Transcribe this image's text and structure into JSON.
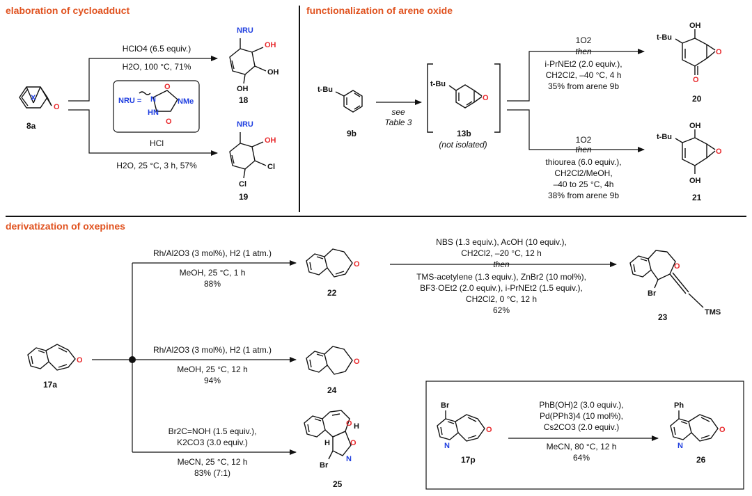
{
  "sections": {
    "elaboration": "elaboration of cycloadduct",
    "functionalization": "functionalization of arene oxide",
    "derivatization": "derivatization of oxepines"
  },
  "compounds": {
    "c8a": "8a",
    "c18": "18",
    "c19": "19",
    "c9b": "9b",
    "c13b": "13b",
    "c20": "20",
    "c21": "21",
    "c17a": "17a",
    "c22": "22",
    "c23": "23",
    "c24": "24",
    "c25": "25",
    "c17p": "17p",
    "c26": "26"
  },
  "notes": {
    "not_isolated": "(not isolated)",
    "see": "see",
    "table3": "Table 3",
    "then": "then"
  },
  "conditions": {
    "to18_top": "HClO4 (6.5 equiv.)",
    "to18_bot": "H2O, 100 °C, 71%",
    "to19_top": "HCl",
    "to19_bot": "H2O, 25 °C, 3 h, 57%",
    "to20_1": "1O2",
    "to20_2": "i-PrNEt2 (2.0 equiv.),",
    "to20_3": "CH2Cl2, –40 °C, 4 h",
    "to20_4": "35% from arene 9b",
    "to21_1": "1O2",
    "to21_2": "thiourea (6.0 equiv.),",
    "to21_3": "CH2Cl2/MeOH,",
    "to21_4": "–40 to 25 °C, 4h",
    "to21_5": "38% from arene 9b",
    "to22_top": "Rh/Al2O3 (3 mol%), H2 (1 atm.)",
    "to22_b1": "MeOH, 25 °C, 1 h",
    "to22_b2": "88%",
    "to23_1": "NBS (1.3 equiv.), AcOH (10 equiv.),",
    "to23_2": "CH2Cl2, –20 °C, 12 h",
    "to23_3": "TMS-acetylene (1.3 equiv.), ZnBr2 (10 mol%),",
    "to23_4": "BF3·OEt2 (2.0 equiv.), i-PrNEt2 (1.5 equiv.),",
    "to23_5": "CH2Cl2, 0 °C, 12 h",
    "to23_6": "62%",
    "to24_top": "Rh/Al2O3 (3 mol%), H2 (1 atm.)",
    "to24_b1": "MeOH, 25 °C, 12 h",
    "to24_b2": "94%",
    "to25_1": "Br2C=NOH (1.5 equiv.),",
    "to25_2": "K2CO3 (3.0 equiv.)",
    "to25_3": "MeCN, 25 °C, 12 h",
    "to25_4": "83% (7:1)",
    "to26_1": "PhB(OH)2 (3.0 equiv.),",
    "to26_2": "Pd(PPh3)4 (10 mol%),",
    "to26_3": "Cs2CO3 (2.0 equiv.)",
    "to26_4": "MeCN, 80 °C, 12 h",
    "to26_5": "64%"
  },
  "atoms": {
    "NRU": "NRU",
    "OH": "OH",
    "Cl": "Cl",
    "O": "O",
    "X": "X",
    "N": "N",
    "NMe": "NMe",
    "HN": "HN",
    "tBu": "t-Bu",
    "Br": "Br",
    "Ph": "Ph",
    "TMS": "TMS",
    "H": "H",
    "NRU_eq": "NRU ="
  },
  "colors": {
    "section": "#e0521f",
    "oxygen": "#e8282b",
    "nitrogen": "#1f3ee0"
  }
}
